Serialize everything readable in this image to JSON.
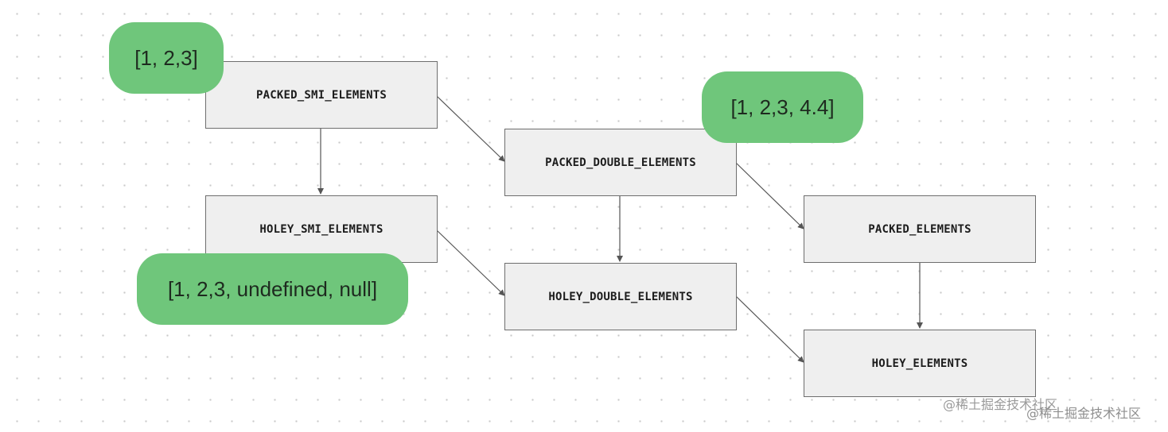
{
  "nodes": {
    "packed_smi": "PACKED_SMI_ELEMENTS",
    "holey_smi": "HOLEY_SMI_ELEMENTS",
    "packed_double": "PACKED_DOUBLE_ELEMENTS",
    "holey_double": "HOLEY_DOUBLE_ELEMENTS",
    "packed": "PACKED_ELEMENTS",
    "holey": "HOLEY_ELEMENTS"
  },
  "examples": {
    "smi": "[1, 2,3]",
    "double": "[1, 2,3, 4.4]",
    "holey": "[1, 2,3, undefined, null]"
  },
  "watermark": "@稀土掘金技术社区",
  "colors": {
    "pill": "#6fc67b",
    "node_fill": "#efefef",
    "node_border": "#6e6e6e",
    "arrow": "#555555"
  }
}
